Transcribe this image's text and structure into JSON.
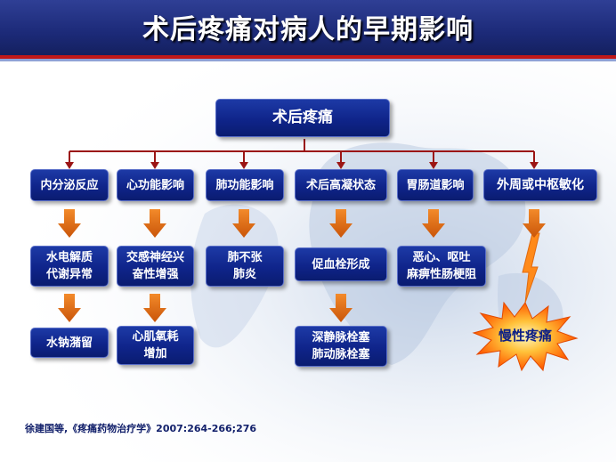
{
  "title": "术后疼痛对病人的早期影响",
  "root": "术后疼痛",
  "categories": [
    {
      "label": "内分泌反应"
    },
    {
      "label": "心功能影响"
    },
    {
      "label": "肺功能影响"
    },
    {
      "label": "术后高凝状态"
    },
    {
      "label": "胃肠道影响"
    },
    {
      "label": "外周或中枢敏化"
    }
  ],
  "effects": {
    "endocrine_1": "水电解质\n代谢异常",
    "endocrine_2": "水钠潴留",
    "cardiac_1": "交感神经兴\n奋性增强",
    "cardiac_2": "心肌氧耗\n增加",
    "pulmonary_1": "肺不张\n肺炎",
    "coag_1": "促血栓形成",
    "coag_2": "深静脉栓塞\n肺动脉栓塞",
    "gi_1": "恶心、呕吐\n麻痹性肠梗阻",
    "chronic": "慢性疼痛"
  },
  "citation": "徐建国等,《疼痛药物治疗学》2007:264-266;276",
  "colors": {
    "box": "#0f248a",
    "arrow": "#e06a10",
    "connector": "#9b1515",
    "star": "#ff6a00"
  }
}
